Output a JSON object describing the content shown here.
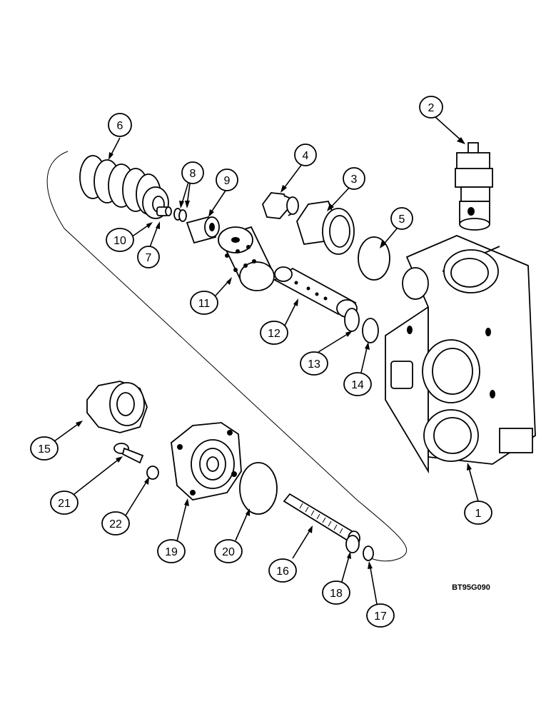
{
  "figure_code": "BT95G090",
  "callouts": [
    {
      "id": "c1",
      "label": "1"
    },
    {
      "id": "c2",
      "label": "2"
    },
    {
      "id": "c3",
      "label": "3"
    },
    {
      "id": "c4",
      "label": "4"
    },
    {
      "id": "c5",
      "label": "5"
    },
    {
      "id": "c6",
      "label": "6"
    },
    {
      "id": "c7",
      "label": "7"
    },
    {
      "id": "c8",
      "label": "8"
    },
    {
      "id": "c9",
      "label": "9"
    },
    {
      "id": "c10",
      "label": "10"
    },
    {
      "id": "c11",
      "label": "11"
    },
    {
      "id": "c12",
      "label": "12"
    },
    {
      "id": "c13",
      "label": "13"
    },
    {
      "id": "c14",
      "label": "14"
    },
    {
      "id": "c15",
      "label": "15"
    },
    {
      "id": "c16",
      "label": "16"
    },
    {
      "id": "c17",
      "label": "17"
    },
    {
      "id": "c18",
      "label": "18"
    },
    {
      "id": "c19",
      "label": "19"
    },
    {
      "id": "c20",
      "label": "20"
    },
    {
      "id": "c21",
      "label": "21"
    },
    {
      "id": "c22",
      "label": "22"
    }
  ]
}
